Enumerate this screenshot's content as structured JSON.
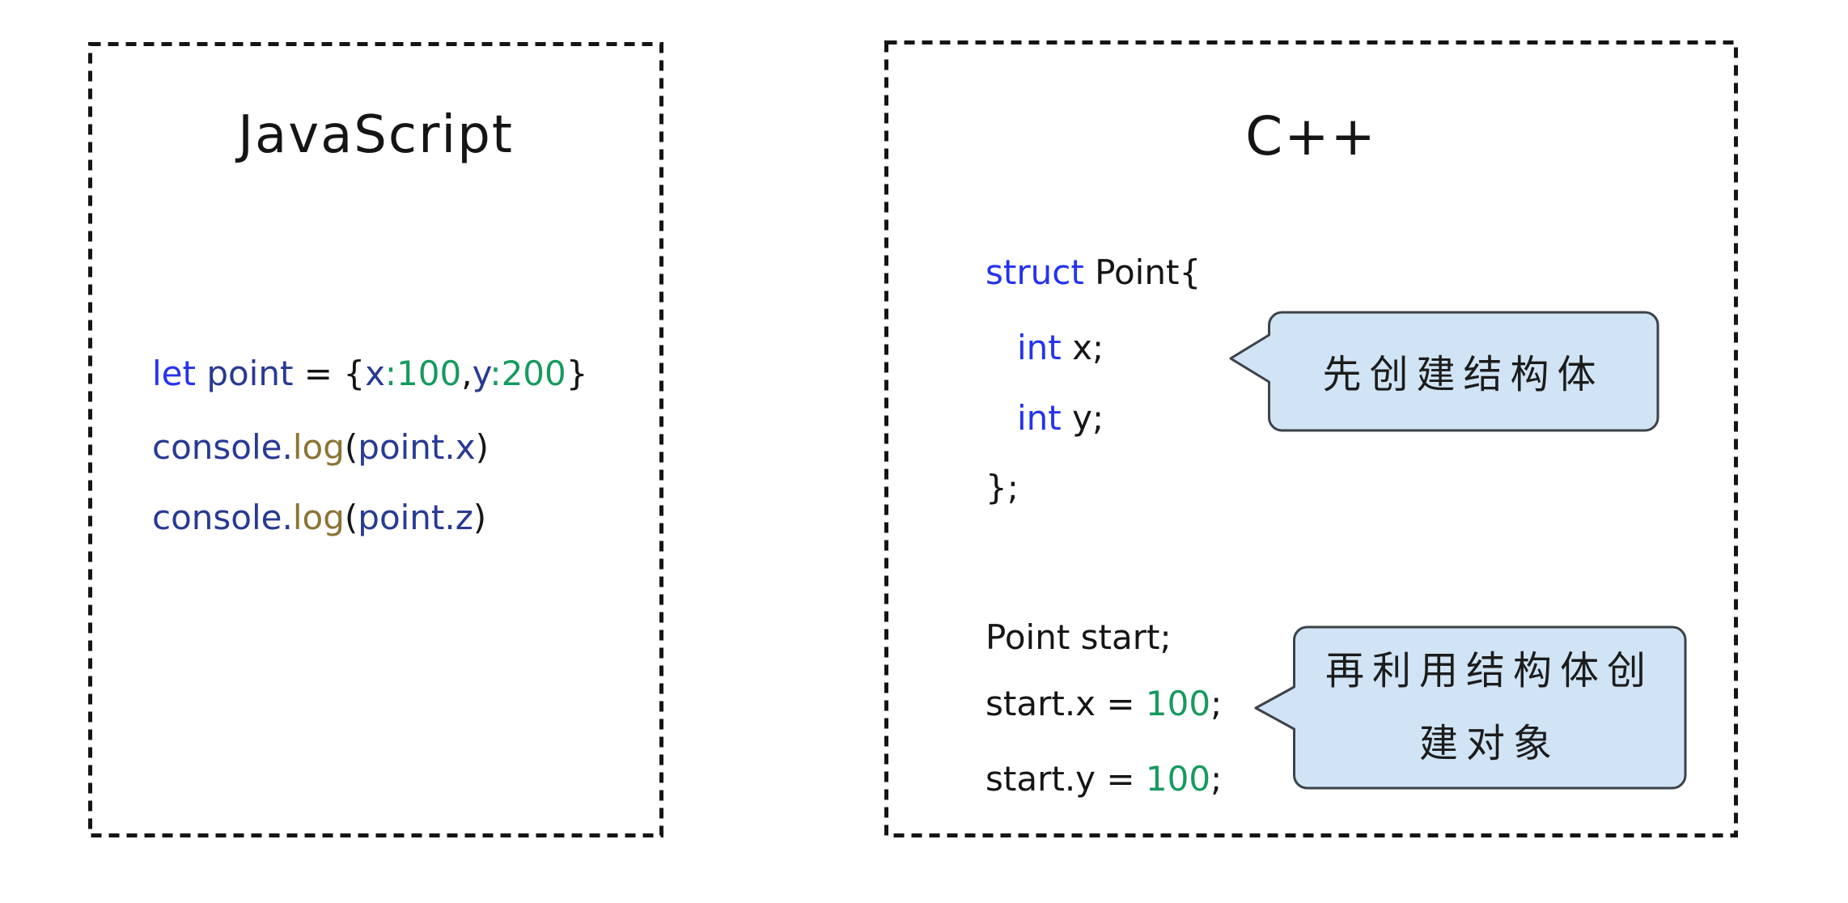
{
  "colors": {
    "keyword_blue": "#2533ee",
    "identifier_navy": "#283a93",
    "function_olive": "#8c7433",
    "number_green": "#169a60",
    "text": "#151515",
    "bubble_fill": "#d0e4f5",
    "bubble_border": "#3c4248",
    "box_border": "#151515"
  },
  "left_panel": {
    "title": "JavaScript",
    "code_lines": [
      {
        "tokens": [
          {
            "t": "let ",
            "c": "kw"
          },
          {
            "t": "point ",
            "c": "id"
          },
          {
            "t": "= {",
            "c": "pl"
          },
          {
            "t": "x",
            "c": "id"
          },
          {
            "t": ":100",
            "c": "num"
          },
          {
            "t": ",",
            "c": "pl"
          },
          {
            "t": "y",
            "c": "id"
          },
          {
            "t": ":200",
            "c": "num"
          },
          {
            "t": "}",
            "c": "pl"
          }
        ]
      },
      {
        "tokens": [
          {
            "t": "console.",
            "c": "id"
          },
          {
            "t": "log",
            "c": "fn"
          },
          {
            "t": "(",
            "c": "pl"
          },
          {
            "t": "point.x",
            "c": "id"
          },
          {
            "t": ")",
            "c": "pl"
          }
        ]
      },
      {
        "tokens": [
          {
            "t": "console.",
            "c": "id"
          },
          {
            "t": "log",
            "c": "fn"
          },
          {
            "t": "(",
            "c": "pl"
          },
          {
            "t": "point.z",
            "c": "id"
          },
          {
            "t": ")",
            "c": "pl"
          }
        ]
      }
    ]
  },
  "right_panel": {
    "title": "C++",
    "code_lines": [
      {
        "tokens": [
          {
            "t": "struct ",
            "c": "kw"
          },
          {
            "t": "Point{",
            "c": "pl"
          }
        ]
      },
      {
        "tokens": [
          {
            "t": "int ",
            "c": "kw"
          },
          {
            "t": "x;",
            "c": "pl"
          }
        ]
      },
      {
        "tokens": [
          {
            "t": "int ",
            "c": "kw"
          },
          {
            "t": "y;",
            "c": "pl"
          }
        ]
      },
      {
        "tokens": [
          {
            "t": "};",
            "c": "pl"
          }
        ]
      },
      {
        "tokens": [
          {
            "t": "Point start;",
            "c": "pl"
          }
        ]
      },
      {
        "tokens": [
          {
            "t": "start.x = ",
            "c": "pl"
          },
          {
            "t": "100",
            "c": "num"
          },
          {
            "t": ";",
            "c": "pl"
          }
        ]
      },
      {
        "tokens": [
          {
            "t": "start.y = ",
            "c": "pl"
          },
          {
            "t": "100",
            "c": "num"
          },
          {
            "t": ";",
            "c": "pl"
          }
        ]
      }
    ],
    "bubbles": [
      {
        "lines": [
          "先创建结构体"
        ]
      },
      {
        "lines": [
          "再利用结构体创",
          "建对象"
        ]
      }
    ]
  }
}
